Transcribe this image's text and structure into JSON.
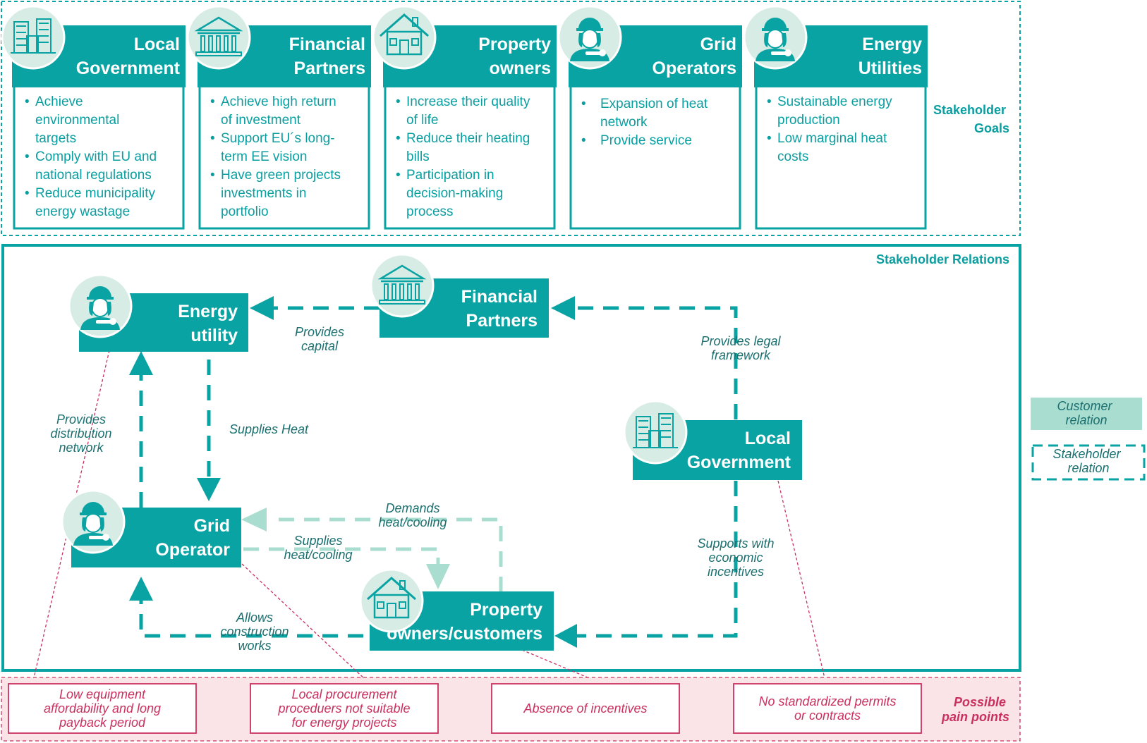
{
  "goals_section": {
    "label_line1": "Stakeholder",
    "label_line2": "Goals",
    "cards": [
      {
        "icon": "city-buildings-icon",
        "title": [
          "Local",
          "Government"
        ],
        "items": [
          [
            "Achieve",
            "environmental",
            "targets"
          ],
          [
            "Comply with EU and",
            "national regulations"
          ],
          [
            "Reduce municipality",
            "energy wastage"
          ]
        ]
      },
      {
        "icon": "bank-icon",
        "title": [
          "Financial",
          "Partners"
        ],
        "items": [
          [
            "Achieve high return",
            "of investment"
          ],
          [
            "Support EU´s long-",
            "term EE vision"
          ],
          [
            "Have green projects",
            "investments in",
            "portfolio"
          ]
        ]
      },
      {
        "icon": "house-icon",
        "title": [
          "Property",
          "owners"
        ],
        "items": [
          [
            "Increase their quality",
            "of life"
          ],
          [
            "Reduce their heating",
            "bills"
          ],
          [
            "Participation in",
            "decision-making",
            "process"
          ]
        ]
      },
      {
        "icon": "worker-icon",
        "title": [
          "Grid",
          "Operators"
        ],
        "items": [
          [
            "Expansion of heat",
            "network"
          ],
          [
            "Provide service"
          ]
        ]
      },
      {
        "icon": "worker-icon",
        "title": [
          "Energy",
          "Utilities"
        ],
        "items": [
          [
            "Sustainable energy",
            "production"
          ],
          [
            "Low marginal heat",
            "costs"
          ]
        ]
      }
    ]
  },
  "relations_section": {
    "label": "Stakeholder Relations",
    "nodes": {
      "energy_utility": {
        "icon": "worker-icon",
        "title": [
          "Energy",
          "utility"
        ]
      },
      "financial_partners": {
        "icon": "bank-icon",
        "title": [
          "Financial",
          "Partners"
        ]
      },
      "local_government": {
        "icon": "city-buildings-icon",
        "title": [
          "Local",
          "Government"
        ]
      },
      "grid_operator": {
        "icon": "worker-icon",
        "title": [
          "Grid",
          "Operator"
        ]
      },
      "property_owners": {
        "icon": "house-icon",
        "title": [
          "Property",
          "owners/customers"
        ]
      }
    },
    "edge_labels": {
      "provides_capital": [
        "Provides",
        "capital"
      ],
      "provides_legal_framework": [
        "Provides legal",
        "framework"
      ],
      "supplies_heat": [
        "Supplies Heat"
      ],
      "provides_distribution_network": [
        "Provides",
        "distribution",
        "network"
      ],
      "demands_heat_cooling": [
        "Demands",
        "heat/cooling"
      ],
      "supplies_heat_cooling": [
        "Supplies",
        "heat/cooling"
      ],
      "supports_with_incentives": [
        "Supports with",
        "economic",
        "incentives"
      ],
      "allows_construction_works": [
        "Allows",
        "construction",
        "works"
      ]
    }
  },
  "legend": {
    "customer_relation": [
      "Customer",
      "relation"
    ],
    "stakeholder_relation": [
      "Stakeholder",
      "relation"
    ]
  },
  "pain_points": {
    "label_line1": "Possible",
    "label_line2": "pain points",
    "boxes": [
      [
        "Low equipment",
        "affordability and long",
        "payback period"
      ],
      [
        "Local procurement",
        "proceduers not suitable",
        "for energy projects"
      ],
      [
        "Absence of incentives"
      ],
      [
        "No standardized permits",
        "or contracts"
      ]
    ]
  },
  "colors": {
    "teal": "#0aa3a3",
    "teal_dark_text": "#1b6f6f",
    "light_teal": "#a8ddd0",
    "icon_circle": "#d6ece5",
    "pain_red": "#c9305e",
    "pain_bg": "#fbe4e8"
  }
}
